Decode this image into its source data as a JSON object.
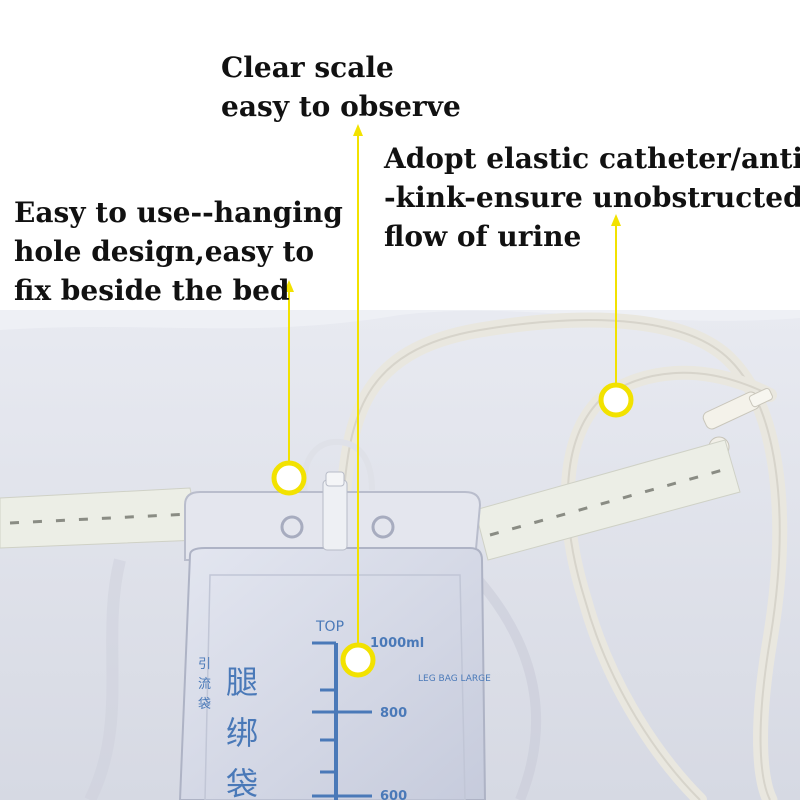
{
  "annotations": {
    "scale": {
      "lines": [
        "Clear scale",
        "easy to observe"
      ]
    },
    "catheter": {
      "lines": [
        "Adopt elastic catheter/anti",
        "-kink-ensure unobstructed",
        "flow of urine"
      ]
    },
    "hanging_hole": {
      "lines": [
        "Easy to use--hanging",
        "hole design,easy to",
        "fix beside the bed"
      ]
    }
  },
  "bag_print": {
    "top_label": "TOP",
    "capacity_1000": "1000ml",
    "mark_800": "800",
    "mark_600": "600",
    "product_label": "LEG BAG LARGE",
    "chinese_small": [
      "引",
      "流",
      "袋"
    ],
    "chinese_large": [
      "腿",
      "绑",
      "袋"
    ]
  },
  "colors": {
    "annotation_yellow": "#f2e200",
    "scale_blue": "#4a79b8",
    "background_sheet": "#e4e6ee"
  }
}
